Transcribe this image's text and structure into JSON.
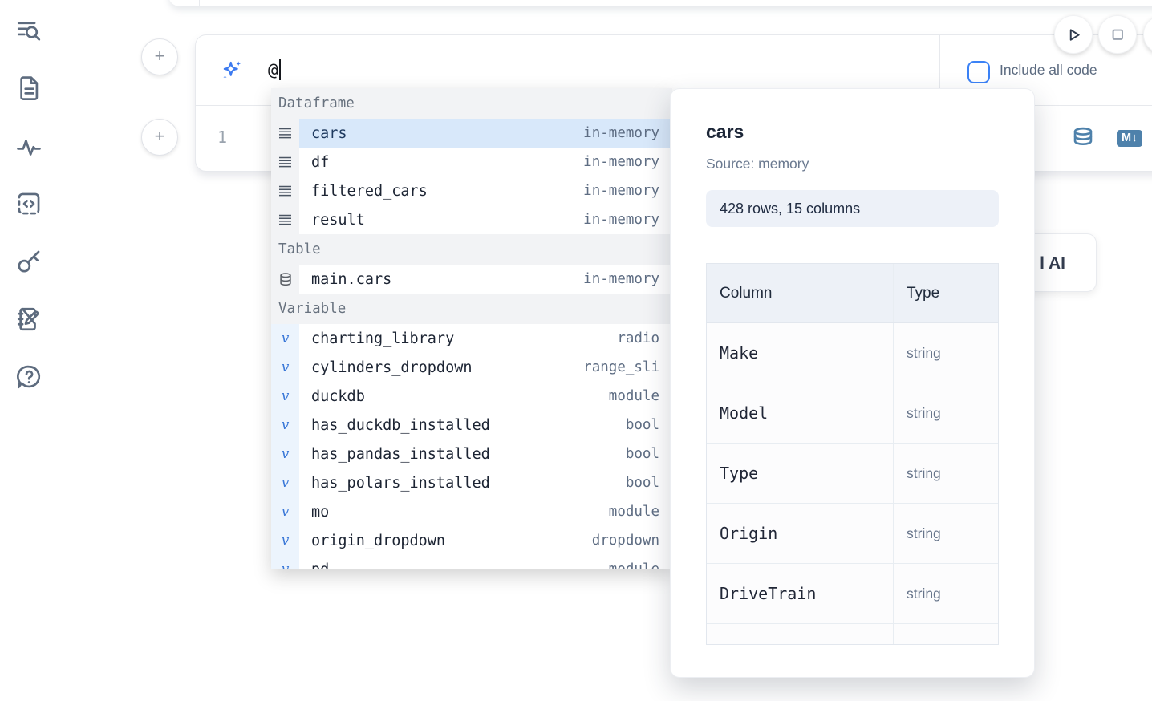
{
  "sidebar": {
    "icons": [
      {
        "name": "list-search-icon"
      },
      {
        "name": "document-icon"
      },
      {
        "name": "activity-icon"
      },
      {
        "name": "snippets-icon"
      },
      {
        "name": "key-icon"
      },
      {
        "name": "scratchpad-icon"
      },
      {
        "name": "help-chat-icon"
      }
    ]
  },
  "add_cell_buttons": {
    "top": "+",
    "bottom": "+"
  },
  "run_controls": {
    "buttons": [
      {
        "icon": "play-icon"
      },
      {
        "icon": "stop-icon"
      },
      {
        "icon": "clipped-icon"
      }
    ]
  },
  "prompt": {
    "value": "@",
    "include_all_code": {
      "label": "Include all code",
      "checked": false
    }
  },
  "editor": {
    "line_number": "1",
    "markdown_badge": "M↓",
    "actions": [
      {
        "icon": "database-icon"
      },
      {
        "icon": "markdown-icon"
      }
    ]
  },
  "autocomplete": {
    "sections": [
      {
        "label": "Dataframe",
        "icon": "dataframe-icon",
        "items": [
          {
            "name": "cars",
            "type": "in-memory",
            "selected": true
          },
          {
            "name": "df",
            "type": "in-memory"
          },
          {
            "name": "filtered_cars",
            "type": "in-memory"
          },
          {
            "name": "result",
            "type": "in-memory"
          }
        ]
      },
      {
        "label": "Table",
        "icon": "table-icon",
        "items": [
          {
            "name": "main.cars",
            "type": "in-memory"
          }
        ]
      },
      {
        "label": "Variable",
        "icon": "variable-icon",
        "items": [
          {
            "name": "charting_library",
            "type": "radio"
          },
          {
            "name": "cylinders_dropdown",
            "type": "range_sli"
          },
          {
            "name": "duckdb",
            "type": "module"
          },
          {
            "name": "has_duckdb_installed",
            "type": "bool"
          },
          {
            "name": "has_pandas_installed",
            "type": "bool"
          },
          {
            "name": "has_polars_installed",
            "type": "bool"
          },
          {
            "name": "mo",
            "type": "module"
          },
          {
            "name": "origin_dropdown",
            "type": "dropdown"
          },
          {
            "name": "pd",
            "type": "module",
            "partial": true
          }
        ]
      }
    ]
  },
  "preview": {
    "title": "cars",
    "source": "Source: memory",
    "shape": "428 rows, 15 columns",
    "table": {
      "headers": [
        "Column",
        "Type"
      ],
      "rows": [
        {
          "column": "Make",
          "type": "string"
        },
        {
          "column": "Model",
          "type": "string"
        },
        {
          "column": "Type",
          "type": "string"
        },
        {
          "column": "Origin",
          "type": "string"
        },
        {
          "column": "DriveTrain",
          "type": "string"
        },
        {
          "column": "",
          "type": "",
          "partial": true
        }
      ]
    }
  },
  "ai_button": {
    "visible_label": "l AI"
  },
  "colors": {
    "accent_blue": "#3b82f6",
    "steel_blue": "#4e81ab",
    "selected_row": "#d8e8fa",
    "text_dark": "#1c2433",
    "text_muted": "#5e6d83",
    "section_header_bg": "#f2f3f5",
    "variable_gutter_bg": "#ecf4fd"
  }
}
